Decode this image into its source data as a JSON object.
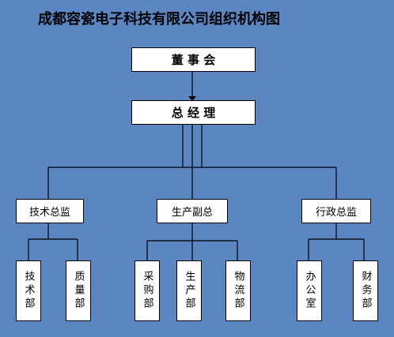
{
  "title": "成都容瓷电子科技有限公司组织机构图",
  "nodes": {
    "board": "董 事 会",
    "gm": "总  经  理",
    "tech": "技术总监",
    "prod": "生产副总",
    "admin": "行政总监",
    "tech_sub": [
      "技术部",
      "质量部"
    ],
    "prod_sub": [
      "采购部",
      "生产部",
      "物流部"
    ],
    "admin_sub": [
      "办公室",
      "财务部"
    ]
  }
}
